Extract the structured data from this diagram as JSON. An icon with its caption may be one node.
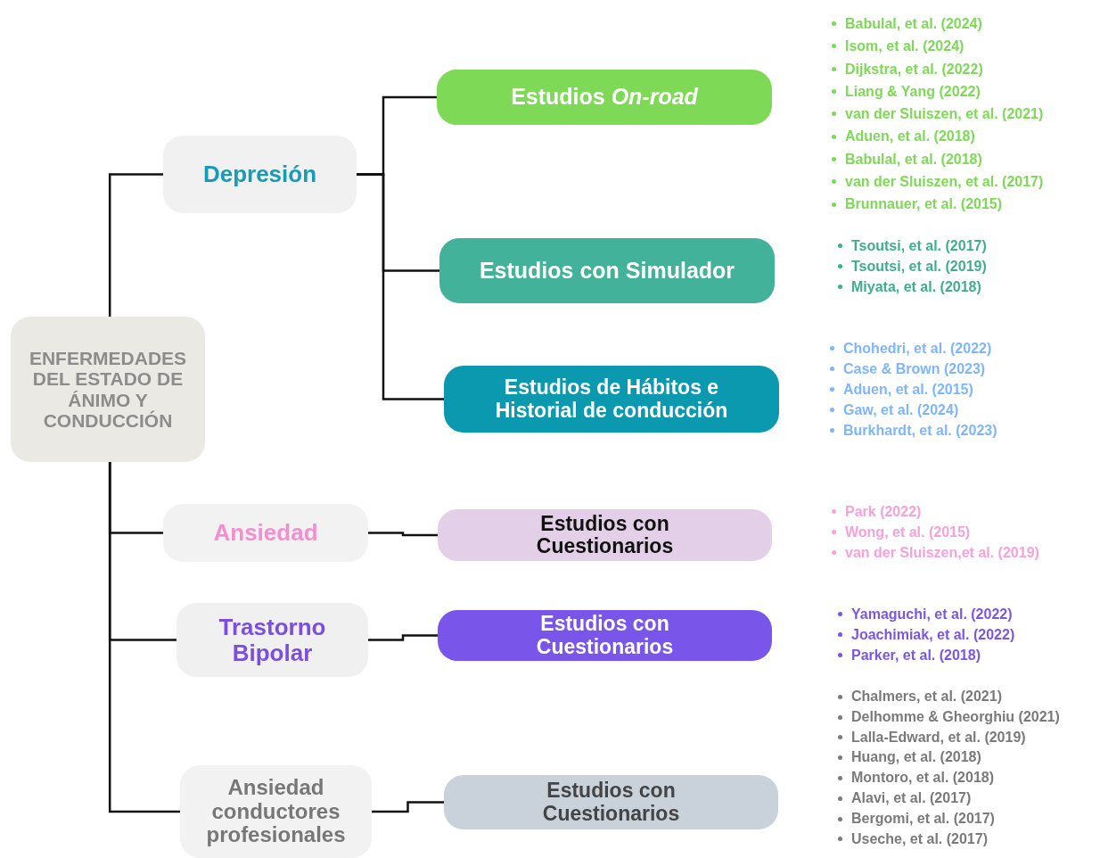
{
  "diagram": {
    "nodes": [
      {
        "text": [
          "ENFERMEDADES DEL ESTADO DE ÁNIMO Y CONDUCCIÓN"
        ]
      },
      {
        "text": [
          "Depresión"
        ]
      },
      {
        "text": [
          "Estudios *On-road*"
        ],
        "beside": [
          "Babulal, et al. (2024)",
          "Isom, et al. (2024)",
          "Dijkstra, et al. (2022)",
          "Liang & Yang (2022)",
          "van der Sluiszen, et al. (2021)",
          "Aduen, et al. (2018)",
          "Babulal, et al. (2018)",
          "van der Sluiszen, et al. (2017)",
          "Brunnauer, et al. (2015)"
        ]
      },
      {
        "text": [
          "Estudios con Simulador"
        ],
        "beside": [
          "Tsoutsi, et al. (2017)",
          "Tsoutsi, et al. (2019)",
          "Miyata, et al. (2018)"
        ]
      },
      {
        "text": [
          "Estudios de Hábitos e Historial de conducción"
        ],
        "beside": [
          "Chohedri, et al. (2022)",
          "Case & Brown (2023)",
          "Aduen, et al. (2015)",
          "Gaw, et al. (2024)",
          "Burkhardt, et al. (2023)"
        ]
      },
      {
        "text": [
          "Ansiedad"
        ]
      },
      {
        "text": [
          "Estudios con Cuestionarios"
        ],
        "beside": [
          "Park (2022)",
          "Wong, et al. (2015)",
          "van  der Sluiszen,et al. (2019)"
        ]
      },
      {
        "text": [
          "Trastorno Bipolar"
        ]
      },
      {
        "text": [
          "Estudios con Cuestionarios"
        ],
        "beside": [
          "Yamaguchi, et al. (2022)",
          "Joachimiak, et al. (2022)",
          "Parker, et al. (2018)"
        ]
      },
      {
        "text": [
          "Ansiedad conductores profesionales"
        ]
      },
      {
        "text": [
          "Estudios con Cuestionarios"
        ],
        "beside": [
          "Chalmers, et al. (2021)",
          "Delhomme & Gheorghiu (2021)",
          "Lalla-Edward, et al. (2019)",
          "Huang, et al. (2018)",
          "Montoro, et al. (2018)",
          "Alavi, et al. (2017)",
          "Bergomi, et al. (2017)",
          "Useche, et al. (2017)"
        ]
      }
    ],
    "edges": [
      {
        "from": 0,
        "to": 1,
        "arrow": "none"
      },
      {
        "from": 0,
        "to": 5,
        "arrow": "none"
      },
      {
        "from": 0,
        "to": 7,
        "arrow": "none"
      },
      {
        "from": 0,
        "to": 9,
        "arrow": "none"
      },
      {
        "from": 1,
        "to": 2,
        "arrow": "none"
      },
      {
        "from": 1,
        "to": 3,
        "arrow": "none"
      },
      {
        "from": 1,
        "to": 4,
        "arrow": "none"
      },
      {
        "from": 5,
        "to": 6,
        "arrow": "none"
      },
      {
        "from": 7,
        "to": 8,
        "arrow": "none"
      },
      {
        "from": 9,
        "to": 10,
        "arrow": "none"
      }
    ]
  }
}
